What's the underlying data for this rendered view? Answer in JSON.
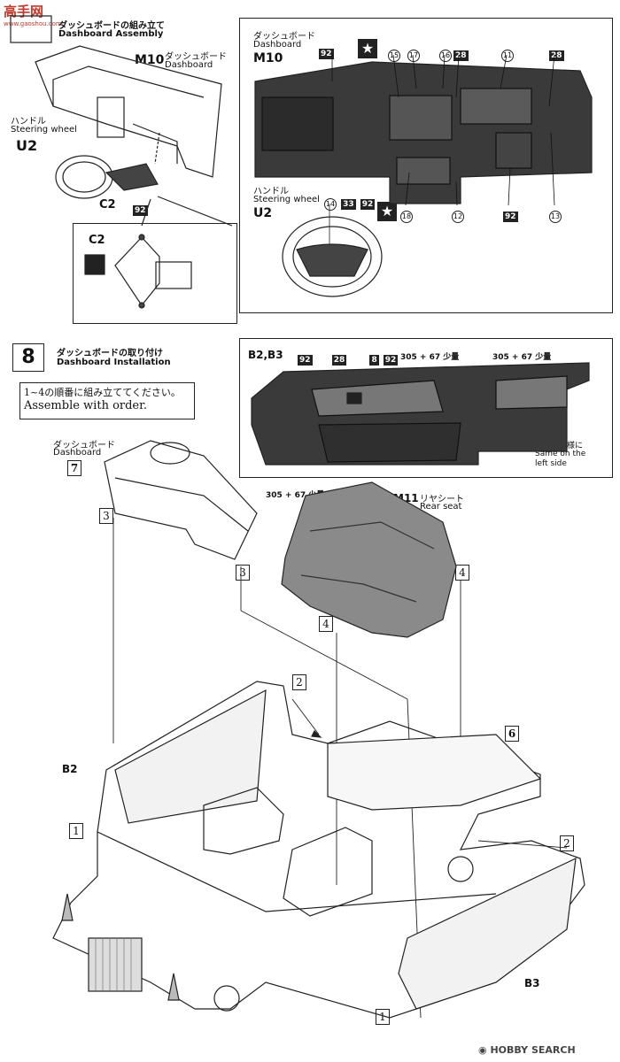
{
  "watermark_top": {
    "line1": "高手网",
    "line2": "www.gaoshou.com"
  },
  "step7": {
    "title_jp": "ダッシュボードの組み立て",
    "title_en": "Dashboard Assembly",
    "part_main": "M10",
    "part_main_jp": "ダッシュボード",
    "part_main_en": "Dashboard",
    "handle_jp": "ハンドル",
    "handle_en": "Steering wheel",
    "part_wheel": "U2",
    "part_c2": "C2",
    "paint_92": "92",
    "inset_c2": "C2"
  },
  "dash_detail": {
    "label_jp": "ダッシュボード",
    "label_en": "Dashboard",
    "part": "M10",
    "callouts_top": [
      "92",
      "15",
      "17",
      "16",
      "28",
      "11",
      "28"
    ],
    "callouts_bottom": [
      "18",
      "12",
      "92",
      "13"
    ],
    "handle_jp": "ハンドル",
    "handle_en": "Steering wheel",
    "part_wheel": "U2",
    "wheel_callouts": [
      "14",
      "33",
      "92"
    ]
  },
  "step8": {
    "number": "8",
    "title_jp": "ダッシュボードの取り付け",
    "title_en": "Dashboard Installation",
    "order_jp": "1~4の順番に組み立ててください。",
    "order_en": "Assemble with order.",
    "dash_jp": "ダッシュボード",
    "dash_en": "Dashboard",
    "dash_step": "7",
    "seat_paint": "305 + 67 少量",
    "seat_part": "M11",
    "seat_jp": "リヤシート",
    "seat_en": "Rear seat",
    "label_b2": "B2",
    "label_b3": "B3",
    "step6": "6",
    "order_marks": [
      "1",
      "2",
      "3",
      "4"
    ]
  },
  "door_detail": {
    "title": "B2,B3",
    "callouts": [
      "92",
      "28",
      "8",
      "92"
    ],
    "paint_a": "305 + 67 少量",
    "paint_b": "305 + 67 少量",
    "note_jp": "左側も同様に",
    "note_en_1": "Same on the",
    "note_en_2": "left side"
  },
  "footer": {
    "brand": "HOBBY SEARCH"
  }
}
